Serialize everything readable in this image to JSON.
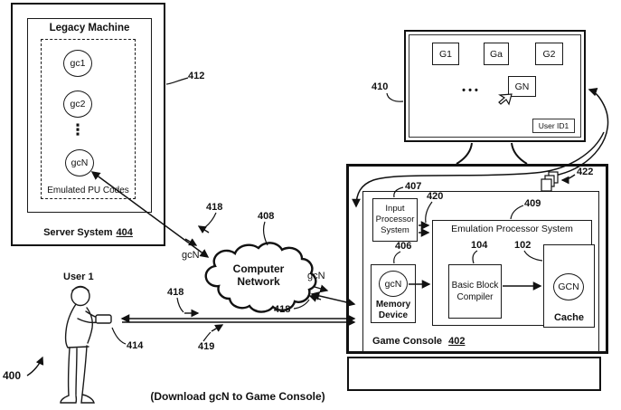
{
  "caption": "(Download gcN to Game Console)",
  "colors": {
    "ink": "#111111",
    "background": "#ffffff"
  },
  "icons": {
    "pages_icon": "overlapping-pages",
    "cursor_icon": "mouse-pointer",
    "network_icon": "cloud",
    "user_icon": "person-holding-controller"
  },
  "refs": {
    "system": "400",
    "server": "404",
    "server_arrow": "412",
    "display": "410",
    "network": "408",
    "console": "402",
    "input_processor": "407",
    "ips_arrows": "420",
    "eps": "409",
    "memory": "406",
    "compiler": "104",
    "cache": "102",
    "pages": "422",
    "controller": "414",
    "link_legacy": "418",
    "link_cloud": "418",
    "link_user": "418",
    "input_link": "419"
  },
  "server": {
    "title": "Legacy Machine",
    "codes": [
      "gc1",
      "gc2",
      "gcN"
    ],
    "vdots": "⋮",
    "emulated_label": "Emulated PU Codes",
    "name": "Server System"
  },
  "display": {
    "games": [
      "G1",
      "Ga",
      "G2"
    ],
    "selected_game": "GN",
    "hdots": "• • •",
    "user_badge": "User ID1"
  },
  "network": {
    "name": "Computer Network"
  },
  "console": {
    "name": "Game Console",
    "input_processor": "Input Processor System",
    "eps_title": "Emulation Processor System",
    "memory_device": "Memory Device",
    "memory_code": "gcN",
    "compiler": "Basic Block Compiler",
    "cache": "Cache",
    "cache_code": "GCN"
  },
  "user": {
    "name": "User 1"
  },
  "flow": {
    "gcn_left": "gcN",
    "gcn_right": "gcN"
  }
}
